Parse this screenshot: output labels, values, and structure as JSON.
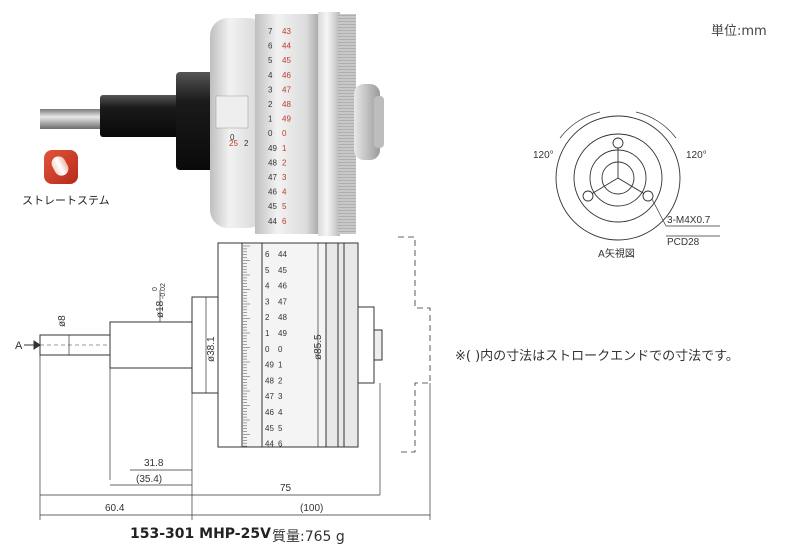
{
  "unit_label": "単位:mm",
  "stem_label": "ストレートステム",
  "view_label": "A矢視図",
  "note": "※( )内の寸法はストロークエンドでの寸法です。",
  "product": {
    "model": "153-301 MHP-25V",
    "weight": "質量:765 g"
  },
  "side_view": {
    "arrow_label": "A",
    "spindle_dia": "ø8",
    "stem_dia": "ø18",
    "stem_tol": "0",
    "stem_tol_low": "-0.02",
    "sleeve_dia": "ø38.1",
    "thimble_dia": "ø85.5"
  },
  "end_view": {
    "angle_left": "120°",
    "angle_right": "120°",
    "thread": "3-M4X0.7",
    "pcd": "PCD28"
  },
  "dimensions": {
    "d1": "31.8",
    "d2": "(35.4)",
    "d3": "75",
    "d4": "60.4",
    "d5": "(100)"
  },
  "scale_rows": [
    {
      "a": "6",
      "b": "44"
    },
    {
      "a": "5",
      "b": "45"
    },
    {
      "a": "4",
      "b": "46"
    },
    {
      "a": "3",
      "b": "47"
    },
    {
      "a": "2",
      "b": "48"
    },
    {
      "a": "1",
      "b": "49"
    },
    {
      "a": "0",
      "b": "0"
    },
    {
      "a": "49",
      "b": "1"
    },
    {
      "a": "48",
      "b": "2"
    },
    {
      "a": "47",
      "b": "3"
    },
    {
      "a": "46",
      "b": "4"
    },
    {
      "a": "45",
      "b": "5"
    },
    {
      "a": "44",
      "b": "6"
    }
  ],
  "photo_scale_rows": [
    {
      "a": "7",
      "b": "43"
    },
    {
      "a": "6",
      "b": "44"
    },
    {
      "a": "5",
      "b": "45"
    },
    {
      "a": "4",
      "b": "46"
    },
    {
      "a": "3",
      "b": "47"
    },
    {
      "a": "2",
      "b": "48"
    },
    {
      "a": "1",
      "b": "49"
    },
    {
      "a": "0",
      "b": "0"
    },
    {
      "a": "49",
      "b": "1"
    },
    {
      "a": "48",
      "b": "2"
    },
    {
      "a": "47",
      "b": "3"
    },
    {
      "a": "46",
      "b": "4"
    },
    {
      "a": "45",
      "b": "5"
    },
    {
      "a": "44",
      "b": "6"
    }
  ],
  "vernier_labels": [
    "0",
    "25",
    "2"
  ],
  "colors": {
    "line": "#333333",
    "red": "#c0392b"
  }
}
